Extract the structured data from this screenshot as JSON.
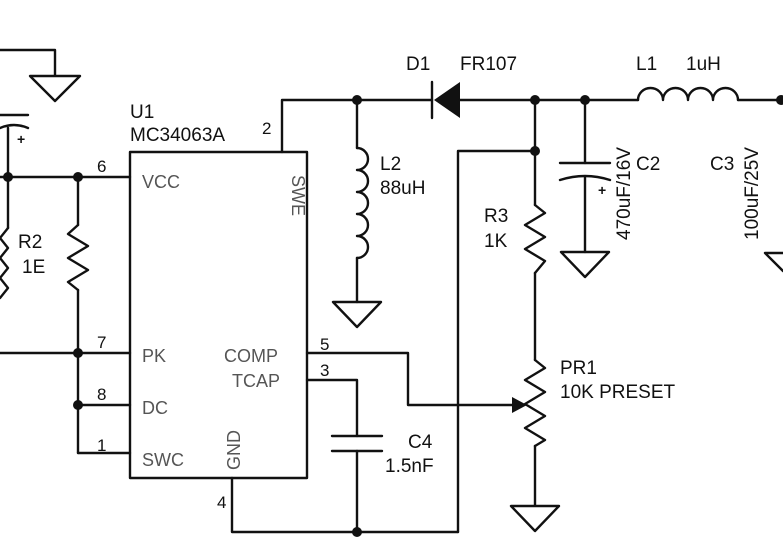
{
  "components": {
    "u1": {
      "ref": "U1",
      "part": "MC34063A",
      "pins": {
        "vcc": {
          "number": "6",
          "label": "VCC"
        },
        "swe": {
          "number": "2",
          "label": "SWE"
        },
        "pk": {
          "number": "7",
          "label": "PK"
        },
        "dc": {
          "number": "8",
          "label": "DC"
        },
        "swc": {
          "number": "1",
          "label": "SWC"
        },
        "comp": {
          "number": "5",
          "label": "COMP"
        },
        "tcap": {
          "number": "3",
          "label": "TCAP"
        },
        "gnd": {
          "number": "4",
          "label": "GND"
        }
      }
    },
    "d1": {
      "ref": "D1",
      "value": "FR107"
    },
    "l1": {
      "ref": "L1",
      "value": "1uH"
    },
    "l2": {
      "ref": "L2",
      "value": "88uH"
    },
    "r2": {
      "ref": "R2",
      "value": "1E"
    },
    "r3": {
      "ref": "R3",
      "value": "1K"
    },
    "pr1": {
      "ref": "PR1",
      "value": "10K PRESET"
    },
    "c2": {
      "ref": "C2",
      "value": "470uF/16V",
      "polarity": "+"
    },
    "c3": {
      "ref": "C3",
      "value": "100uF/25V"
    },
    "c4": {
      "ref": "C4",
      "value": "1.5nF"
    },
    "c_in": {
      "polarity": "+"
    }
  }
}
